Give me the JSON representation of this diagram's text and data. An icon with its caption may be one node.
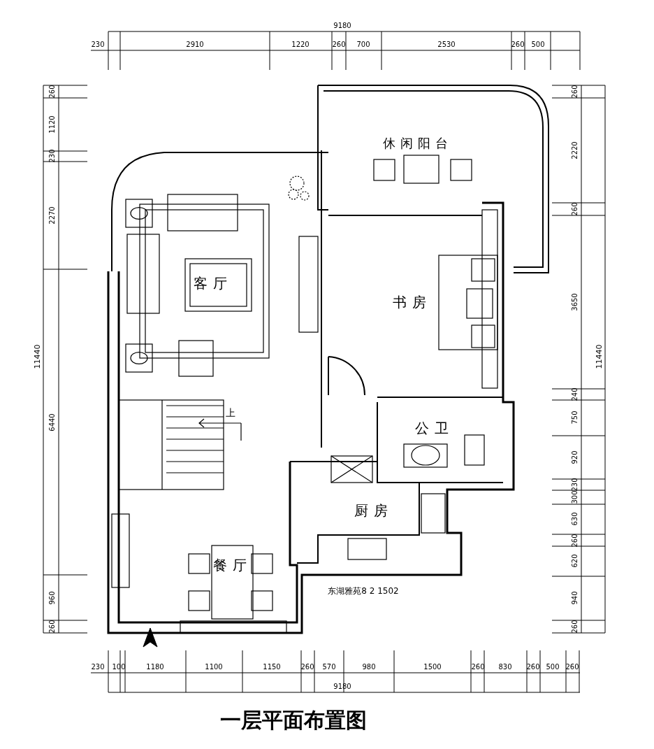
{
  "diagram": {
    "title": "一层平面布置图",
    "nodes": [
      {
        "text": [
          "休闲阳台"
        ]
      },
      {
        "text": [
          "客厅"
        ]
      },
      {
        "text": [
          "书房"
        ]
      },
      {
        "text": [
          "公卫"
        ]
      },
      {
        "text": [
          "厨房"
        ]
      },
      {
        "text": [
          "餐厅"
        ]
      }
    ],
    "labels": [
      "9180",
      "230",
      "2910",
      "1220",
      "260",
      "700",
      "2530",
      "260",
      "500",
      "260",
      "1120",
      "230",
      "2270",
      "6440",
      "960",
      "260",
      "11440",
      "260",
      "2220",
      "260",
      "3650",
      "240",
      "750",
      "920",
      "230",
      "300",
      "630",
      "260",
      "620",
      "940",
      "260",
      "11440",
      "上",
      "东湖雅苑8 2 1502",
      "230",
      "100",
      "1180",
      "1100",
      "1150",
      "260",
      "570",
      "980",
      "1500",
      "260",
      "830",
      "260",
      "500",
      "260",
      "9180"
    ]
  }
}
